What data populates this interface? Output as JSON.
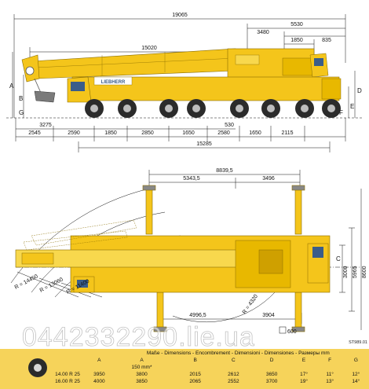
{
  "side_view": {
    "dims": {
      "total_length": "19065",
      "d5530": "5530",
      "d3480": "3480",
      "d1850": "1850",
      "d835": "835",
      "d15020": "15020",
      "d3275": "3275",
      "d2545": "2545",
      "d2590": "2590",
      "d1850b": "1850",
      "d2850": "2850",
      "d1650": "1650",
      "d2580": "2580",
      "d1650b": "1650",
      "d2115": "2115",
      "d530": "530",
      "d15285": "15285"
    },
    "letters": {
      "A": "A",
      "B": "B",
      "D": "D",
      "E": "E",
      "F": "F",
      "G": "G"
    },
    "brand": "LIEBHERR"
  },
  "top_view": {
    "dims": {
      "d8839": "8839,5",
      "d5343": "5343,5",
      "d3496": "3496",
      "d3000": "3000",
      "d5965": "5965",
      "d8600": "8600",
      "r14450": "R = 14450",
      "r13060": "R = 13060",
      "r11400": "R = 11400",
      "r4320": "R = 4320",
      "d4996": "4996,5",
      "d3904": "3904",
      "d600": "600"
    },
    "letter_c": "C",
    "code": "ST989.01"
  },
  "watermark": "0442332290.lie.ua",
  "table": {
    "title": "Maße - Dimensions - Encombrement - Dimensioni - Dimensiones - Размеры mm",
    "columns": [
      "A",
      "B",
      "C",
      "D",
      "E",
      "F",
      "G"
    ],
    "subheader": "150 mm*",
    "rows": [
      {
        "tire": "14.00 R 25",
        "A": "3950",
        "A2": "3800",
        "B": "2015",
        "C": "2612",
        "D": "3650",
        "E": "17°",
        "F": "11°",
        "G": "12°"
      },
      {
        "tire": "16.00 R 25",
        "A": "4000",
        "A2": "3850",
        "B": "2065",
        "C": "2552",
        "D": "3700",
        "E": "19°",
        "F": "13°",
        "G": "14°"
      }
    ]
  },
  "colors": {
    "crane_yellow": "#f4c51b",
    "table_bg": "#f6d35a",
    "cab_blue": "#3a5d8a"
  }
}
